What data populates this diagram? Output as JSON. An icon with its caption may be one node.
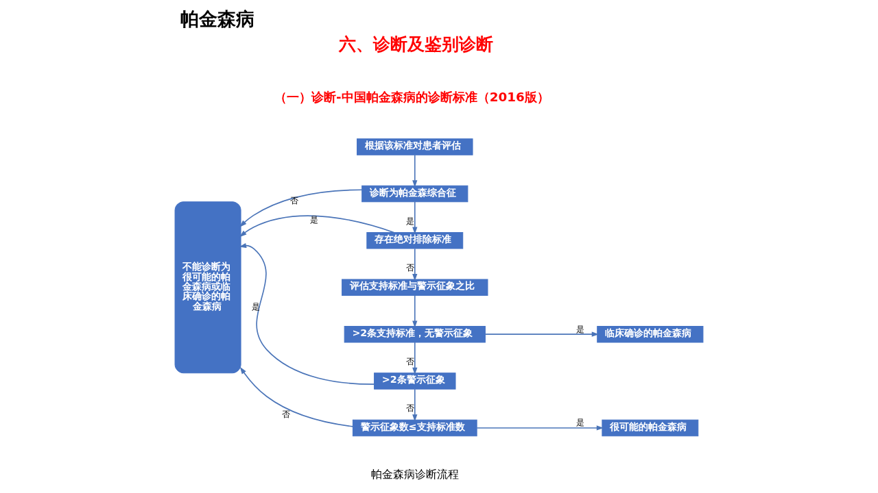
{
  "diagram": {
    "title": "帕金森病",
    "caption": "帕金森病诊断流程",
    "nodes": [
      {
        "text": [
          "根据该标准对患者评估"
        ]
      },
      {
        "text": [
          "诊断为帕金森综合征"
        ]
      },
      {
        "text": [
          "存在绝对排除标准"
        ]
      },
      {
        "text": [
          "评估支持标准与警示征象之比"
        ]
      },
      {
        "text": [
          ">2条支持标准，无警示征象"
        ]
      },
      {
        "text": [
          "临床确诊的帕金森病"
        ]
      },
      {
        "text": [
          ">2条警示征象"
        ]
      },
      {
        "text": [
          "警示征象数≤支持标准数"
        ]
      },
      {
        "text": [
          "很可能的帕金森病"
        ]
      },
      {
        "text": [
          "不能诊断为很可能的帕金森病或临床确诊的帕金森病"
        ]
      }
    ],
    "edges": [
      {
        "from": 0,
        "to": 1,
        "arrow": "to"
      },
      {
        "from": 1,
        "to": 9,
        "arrow": "to",
        "label": "否"
      },
      {
        "from": 1,
        "to": 2,
        "arrow": "to",
        "label": "是"
      },
      {
        "from": 2,
        "to": 9,
        "arrow": "to",
        "label": "是"
      },
      {
        "from": 2,
        "to": 3,
        "arrow": "to",
        "label": "否"
      },
      {
        "from": 3,
        "to": 4,
        "arrow": "to"
      },
      {
        "from": 4,
        "to": 5,
        "arrow": "to",
        "label": "是"
      },
      {
        "from": 4,
        "to": 6,
        "arrow": "to",
        "label": "否"
      },
      {
        "from": 6,
        "to": 9,
        "arrow": "to",
        "label": "是"
      },
      {
        "from": 6,
        "to": 7,
        "arrow": "to",
        "label": "否"
      },
      {
        "from": 7,
        "to": 9,
        "arrow": "to",
        "label": "否"
      },
      {
        "from": 7,
        "to": 8,
        "arrow": "to",
        "label": "是"
      }
    ],
    "labels": [
      "六、诊断及鉴别诊断",
      "（一）诊断-中国帕金森病的诊断标准（2016版）"
    ]
  }
}
